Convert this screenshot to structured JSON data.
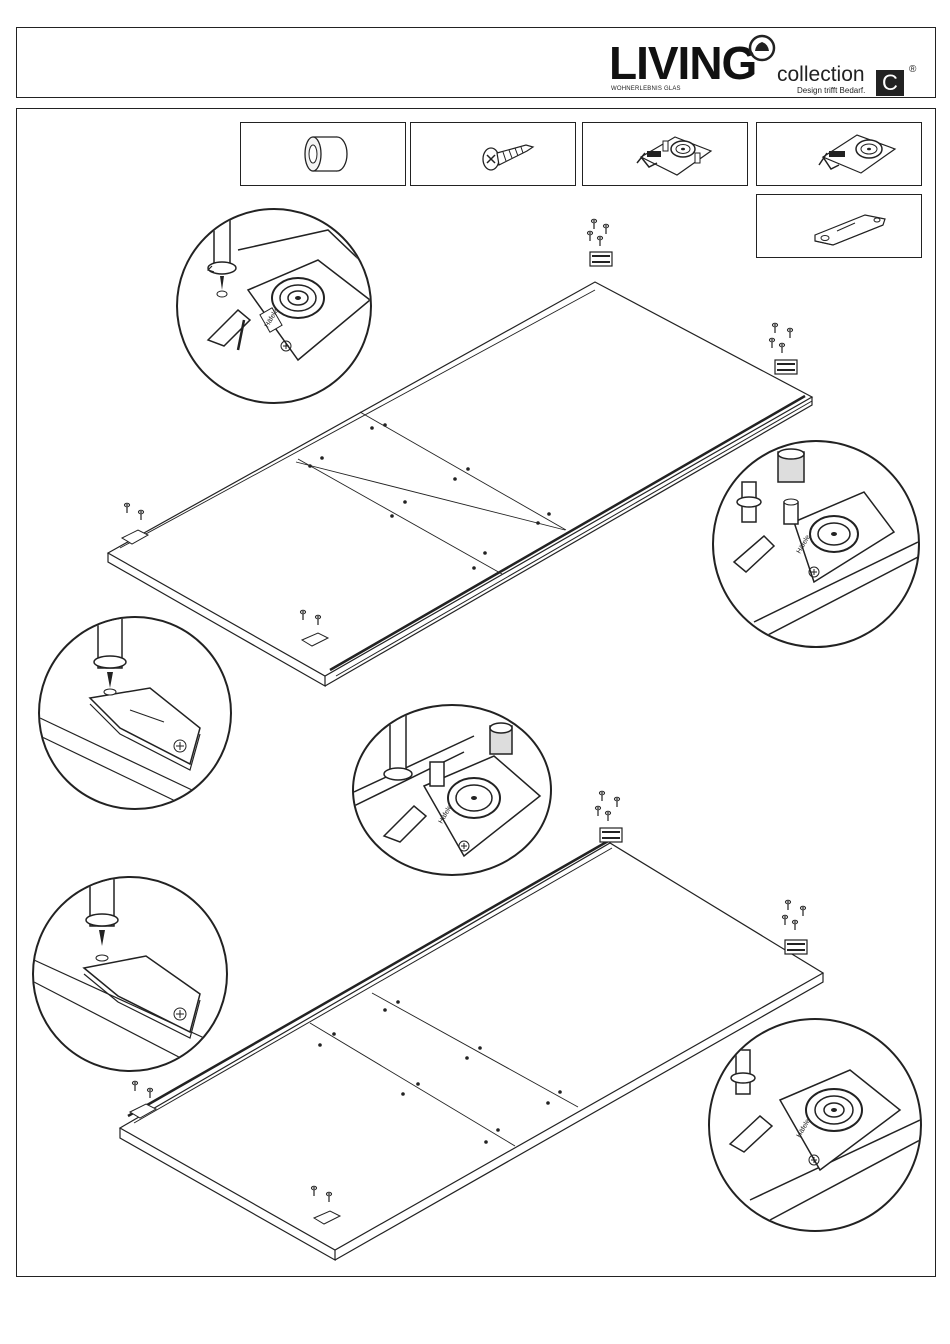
{
  "header": {
    "brand_main": "LIVING",
    "brand_tagline": "WOHNERLEBNIS GLAS",
    "brand_collection": "collection",
    "brand_slogan": "Design trifft Bedarf.",
    "brand_letter": "C",
    "registered_mark": "®"
  },
  "parts": [
    {
      "icon": "spacer-sleeve-icon"
    },
    {
      "icon": "screw-icon"
    },
    {
      "icon": "roller-carriage-with-stopper-icon"
    },
    {
      "icon": "roller-carriage-icon"
    },
    {
      "icon": "guide-plate-icon"
    }
  ],
  "detail_label": "Häfele",
  "colors": {
    "line": "#222222",
    "panel": "#ffffff",
    "gray": "#bdbdbd"
  }
}
